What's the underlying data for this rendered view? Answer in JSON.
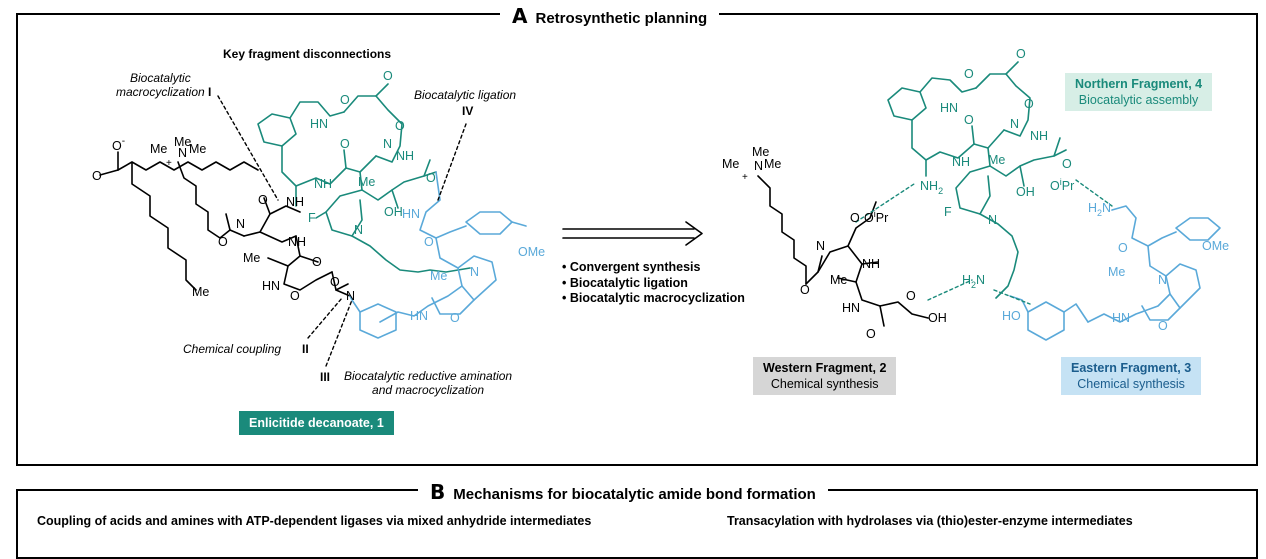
{
  "panel_a": {
    "letter": "A",
    "title": "Retrosynthetic planning",
    "heading": "Key fragment disconnections",
    "disconnections": {
      "macrocyclization": {
        "line1": "Biocatalytic",
        "line2": "macrocyclization",
        "numeral": "I"
      },
      "ligation": {
        "line1": "Biocatalytic ligation",
        "numeral": "IV"
      },
      "coupling": {
        "line1": "Chemical coupling",
        "numeral": "II"
      },
      "reductive": {
        "line1": "Biocatalytic reductive amination",
        "line2": "and macrocyclization",
        "numeral": "III"
      }
    },
    "compound_label": "Enlicitide decanoate, 1",
    "strategy": [
      "• Convergent synthesis",
      "• Biocatalytic ligation",
      "• Biocatalytic macrocyclization"
    ],
    "fragments": {
      "western": {
        "name": "Western Fragment, 2",
        "method": "Chemical synthesis"
      },
      "eastern": {
        "name": "Eastern Fragment, 3",
        "method": "Chemical synthesis"
      },
      "northern": {
        "name": "Northern Fragment, 4",
        "method": "Biocatalytic assembly"
      }
    },
    "atoms": {
      "o_minus": "O",
      "charge_minus": "-",
      "o": "O",
      "me": "Me",
      "n": "N",
      "nh": "NH",
      "hn": "HN",
      "plus": "+",
      "f": "F",
      "oh": "OH",
      "ome": "OMe",
      "oipr": "O",
      "ipr_sup": "i",
      "ipr": "Pr",
      "nh2": "NH",
      "h2n": "H",
      "two": "2",
      "h": "H",
      "ho": "HO"
    },
    "colors": {
      "teal": "#1a8a7b",
      "blue": "#5aa9d9",
      "black": "#000000"
    }
  },
  "panel_b": {
    "letter": "B",
    "title": "Mechanisms for biocatalytic amide bond formation",
    "left_heading": "Coupling of acids and amines with ATP-dependent ligases via mixed anhydride intermediates",
    "right_heading": "Transacylation with hydrolases via (thio)ester-enzyme intermediates"
  }
}
